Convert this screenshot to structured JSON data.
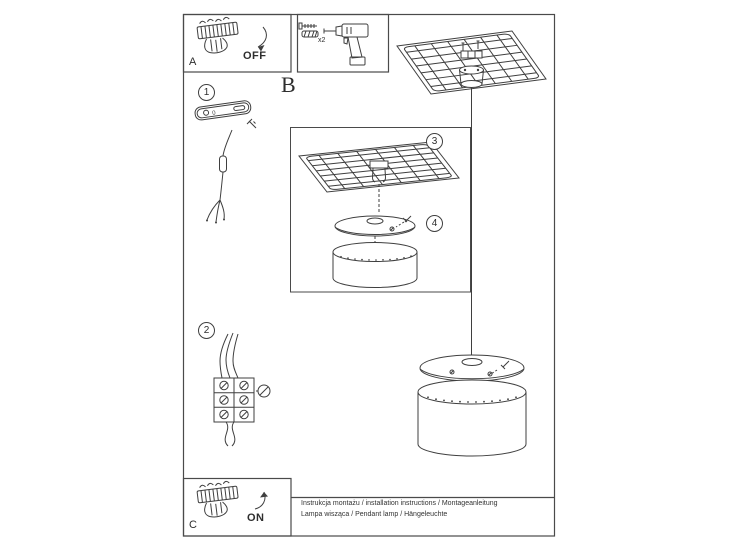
{
  "colors": {
    "ink": "#3f3f3f",
    "background": "#ffffff"
  },
  "panels": {
    "box_a": {
      "label": "A",
      "switch_label": "OFF"
    },
    "box_c": {
      "label": "C",
      "switch_label": "ON"
    },
    "tools": {
      "quantity": "x2"
    },
    "section_label": "B"
  },
  "steps": {
    "one": "1",
    "two": "2",
    "three": "3",
    "four": "4",
    "bracket_mark": "0"
  },
  "footer": {
    "line1": "Instrukcja montażu / installation instructions / Montageanleitung",
    "line2": "Lampa wisząca / Pendant lamp / Hängeleuchte"
  }
}
